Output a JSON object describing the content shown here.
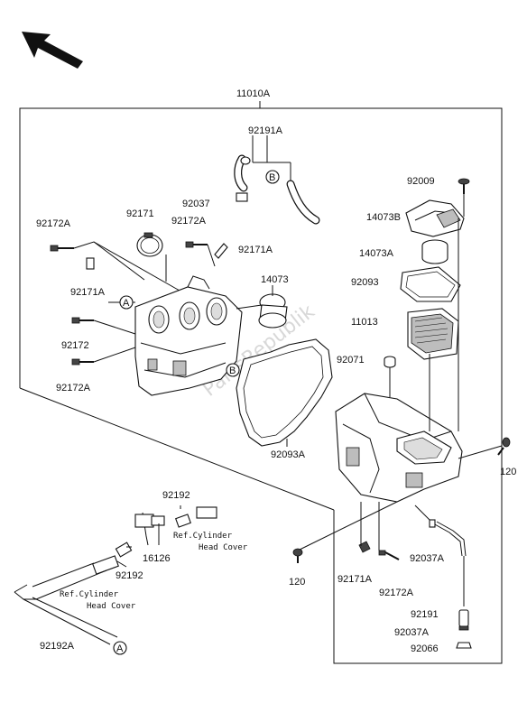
{
  "labels": {
    "assembly": "11010A",
    "p92191A": "92191A",
    "p92009": "92009",
    "p92037": "92037",
    "p14073B": "14073B",
    "p92171": "92171",
    "p92172A_top": "92172A",
    "p92172A_left": "92172A",
    "p92171A_right": "92171A",
    "p14073A": "14073A",
    "p14073": "14073",
    "p92093": "92093",
    "p92171A_left": "92171A",
    "p11013": "11013",
    "p92172": "92172",
    "p92071": "92071",
    "p92172A_low": "92172A",
    "p92093A": "92093A",
    "p120_right": "120",
    "p92192_top": "92192",
    "p16126": "16126",
    "p92192_mid": "92192",
    "p92037A_mid": "92037A",
    "p120_bottom": "120",
    "p92171A_bottom": "92171A",
    "p92172A_bottom": "92172A",
    "p92191": "92191",
    "p92037A_low": "92037A",
    "p92066": "92066",
    "p92192A": "92192A"
  },
  "refs": {
    "ref1_line1": "Ref.Cylinder",
    "ref1_line2": "Head Cover",
    "ref2_line1": "Ref.Cylinder",
    "ref2_line2": "Head Cover"
  },
  "callouts": {
    "a1": "A",
    "a2": "A",
    "b1": "B",
    "b2": "B"
  },
  "watermark": "PartsRepublik"
}
